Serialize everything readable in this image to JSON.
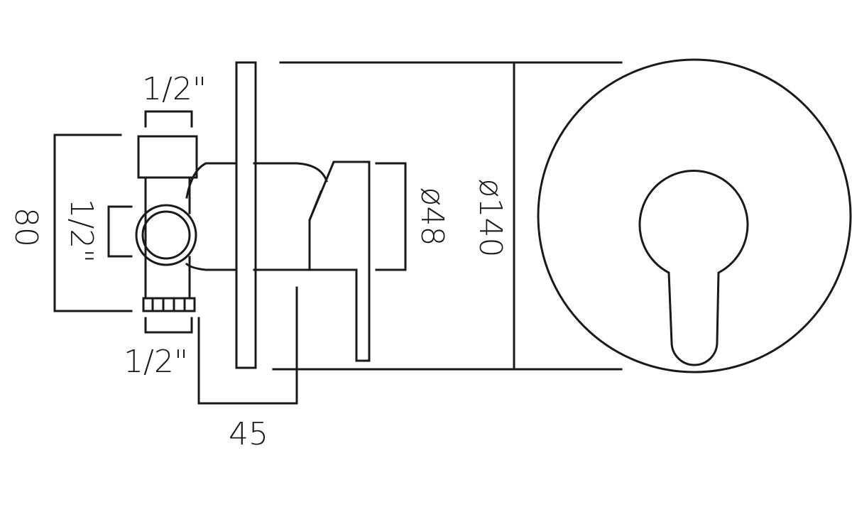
{
  "dimensions": {
    "inlet_top": "1/2\"",
    "outlet_side": "1/2\"",
    "inlet_bottom": "1/2\"",
    "height": "80",
    "depth": "45",
    "handle_diameter": "ø48",
    "plate_diameter": "ø140"
  }
}
